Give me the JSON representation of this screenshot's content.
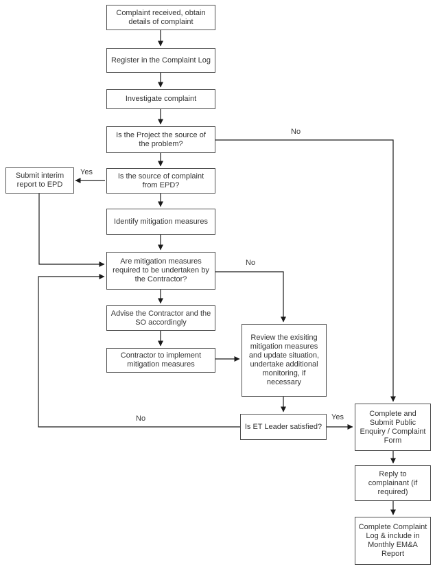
{
  "flowchart": {
    "nodes": {
      "complaint_received": {
        "label": "Complaint received, obtain details of complaint"
      },
      "register_log": {
        "label": "Register in the Complaint Log"
      },
      "investigate": {
        "label": "Investigate complaint"
      },
      "project_source": {
        "label": "Is the Project the source of the problem?"
      },
      "source_epd": {
        "label": "Is the source of complaint from EPD?"
      },
      "submit_interim": {
        "label": "Submit interim report to EPD"
      },
      "identify_mitigation": {
        "label": "Identify mitigation measures"
      },
      "mitigation_required": {
        "label": "Are mitigation measures required to be undertaken by the Contractor?"
      },
      "advise_contractor": {
        "label": "Advise the Contractor and the SO accordingly"
      },
      "contractor_implement": {
        "label": "Contractor to implement mitigation measures"
      },
      "review_existing": {
        "label": "Review the exisiting mitigation measures and update situation, undertake additional monitoring, if necessary"
      },
      "et_leader_satisfied": {
        "label": "Is ET Leader satisfied?"
      },
      "complete_submit_form": {
        "label": "Complete and Submit Public Enquiry / Complaint Form"
      },
      "reply_complainant": {
        "label": "Reply to complainant (if required)"
      },
      "complete_log": {
        "label": "Complete Complaint Log & include in Monthly EM&A Report"
      }
    },
    "edge_labels": {
      "project_source_no": "No",
      "source_epd_yes": "Yes",
      "mitigation_required_no": "No",
      "et_leader_no": "No",
      "et_leader_yes": "Yes"
    },
    "colors": {
      "background": "#ffffff",
      "box_border": "#4d4d4d",
      "line": "#1a1a1a",
      "text": "#333333"
    }
  }
}
